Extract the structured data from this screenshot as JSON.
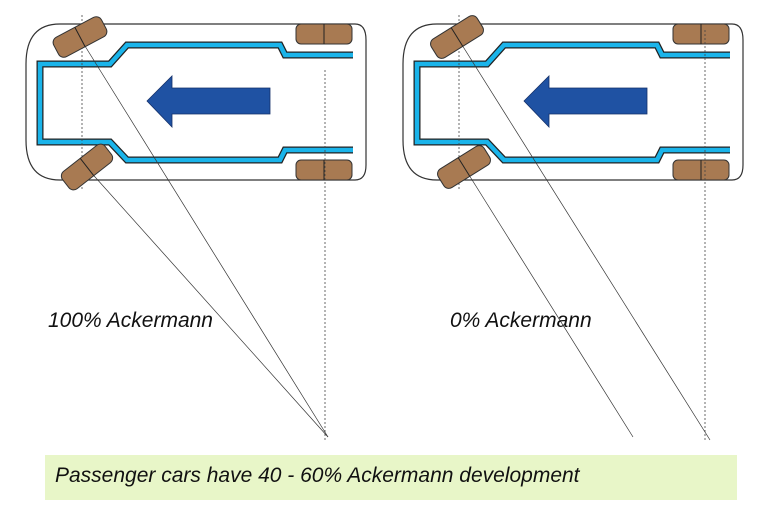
{
  "diagrams": [
    {
      "label": "100% Ackermann"
    },
    {
      "label": "0% Ackermann"
    }
  ],
  "note": "Passenger cars have 40 - 60% Ackermann development",
  "colors": {
    "frame": "#1ab4ea",
    "arrow": "#1f52a3",
    "tire": "#a87a52",
    "note_bg": "#e8f6c8"
  }
}
